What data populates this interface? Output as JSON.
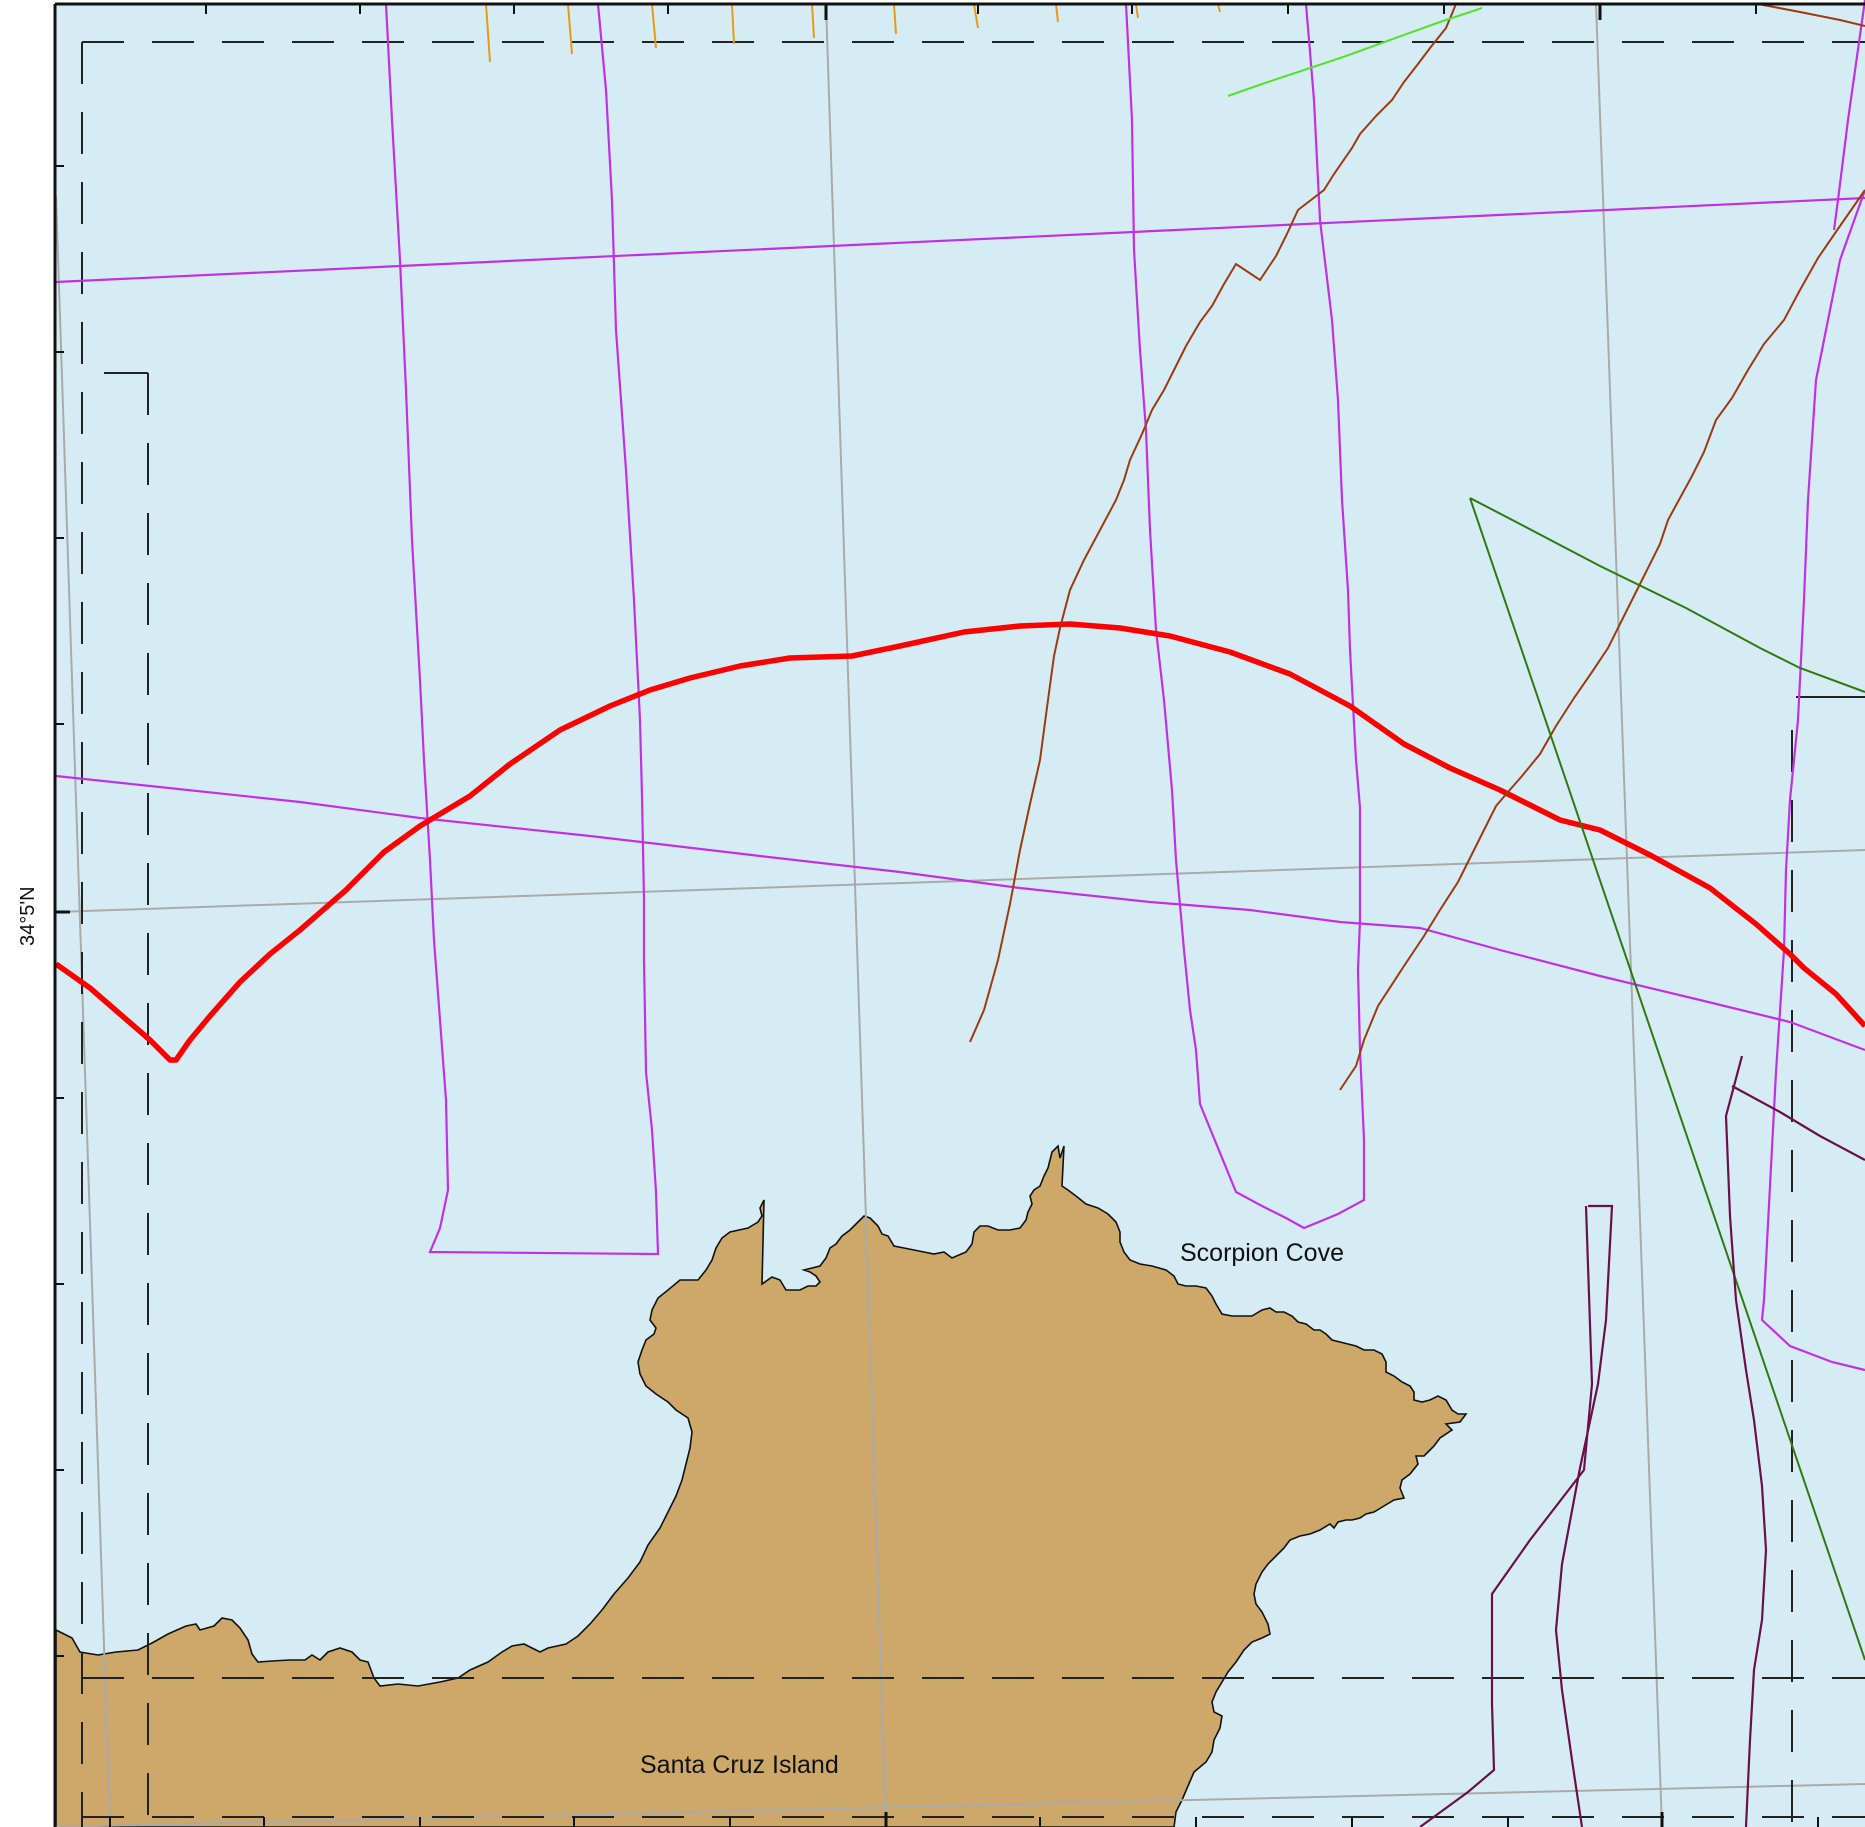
{
  "colors": {
    "water": "#d6ecf4",
    "land": "#cda869",
    "land_outline": "#111111",
    "graticule": "#aaaaaa",
    "frame": "#111111",
    "dashed_box": "#222222",
    "survey_magenta": "#c12fe8",
    "survey_red": "#ff0000",
    "survey_brown": "#9c3a10",
    "survey_green": "#2e7a10",
    "survey_lime": "#55e22b",
    "survey_maroon": "#6b0f4a",
    "survey_orange": "#e89a12"
  },
  "labels": {
    "scorpion_cove": "Scorpion Cove",
    "santa_cruz_island": "Santa Cruz Island",
    "latitude_34_5": "34°5'N"
  },
  "icons": {
    "land": "island-polygon",
    "track": "survey-trackline"
  }
}
